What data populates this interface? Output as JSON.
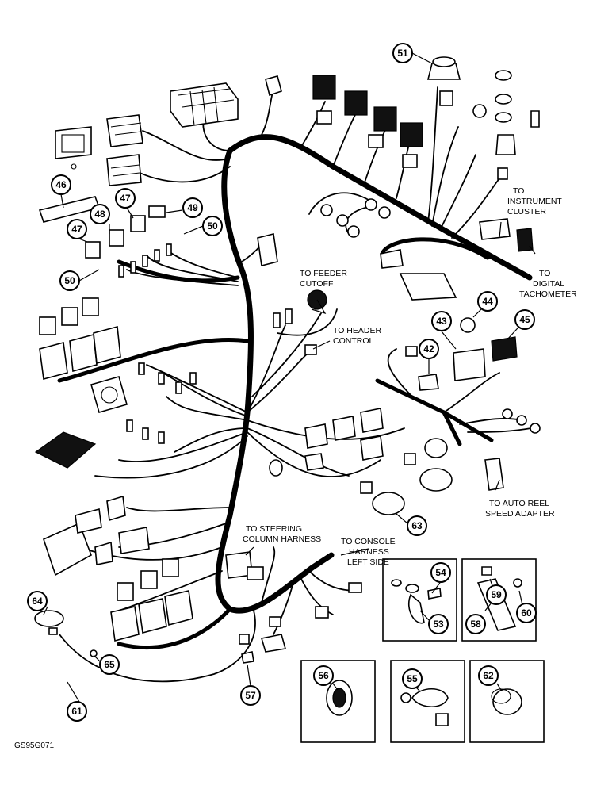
{
  "labels": {
    "to_instrument_cluster": [
      "TO",
      "INSTRUMENT",
      "CLUSTER"
    ],
    "to_digital_tachometer": [
      "TO",
      "DIGITAL",
      "TACHOMETER"
    ],
    "to_feeder_cutoff": [
      "TO FEEDER",
      "CUTOFF"
    ],
    "to_header_control": [
      "TO HEADER",
      "CONTROL"
    ],
    "to_auto_reel_speed_adapter": [
      "TO AUTO REEL",
      "SPEED ADAPTER"
    ],
    "to_steering_column_harness": [
      "TO STEERING",
      "COLUMN HARNESS"
    ],
    "to_console_harness_left_side": [
      "TO CONSOLE",
      "HARNESS",
      "LEFT SIDE"
    ]
  },
  "refs": {
    "r51": "51",
    "r46": "46",
    "r47a": "47",
    "r48": "48",
    "r49": "49",
    "r47b": "47",
    "r50a": "50",
    "r50b": "50",
    "r44": "44",
    "r43": "43",
    "r45": "45",
    "r42": "42",
    "r63": "63",
    "r54": "54",
    "r53": "53",
    "r59": "59",
    "r58": "58",
    "r60": "60",
    "r64": "64",
    "r65": "65",
    "r61": "61",
    "r57": "57",
    "r56": "56",
    "r55": "55",
    "r62": "62"
  },
  "figure_code": "GS95G071"
}
